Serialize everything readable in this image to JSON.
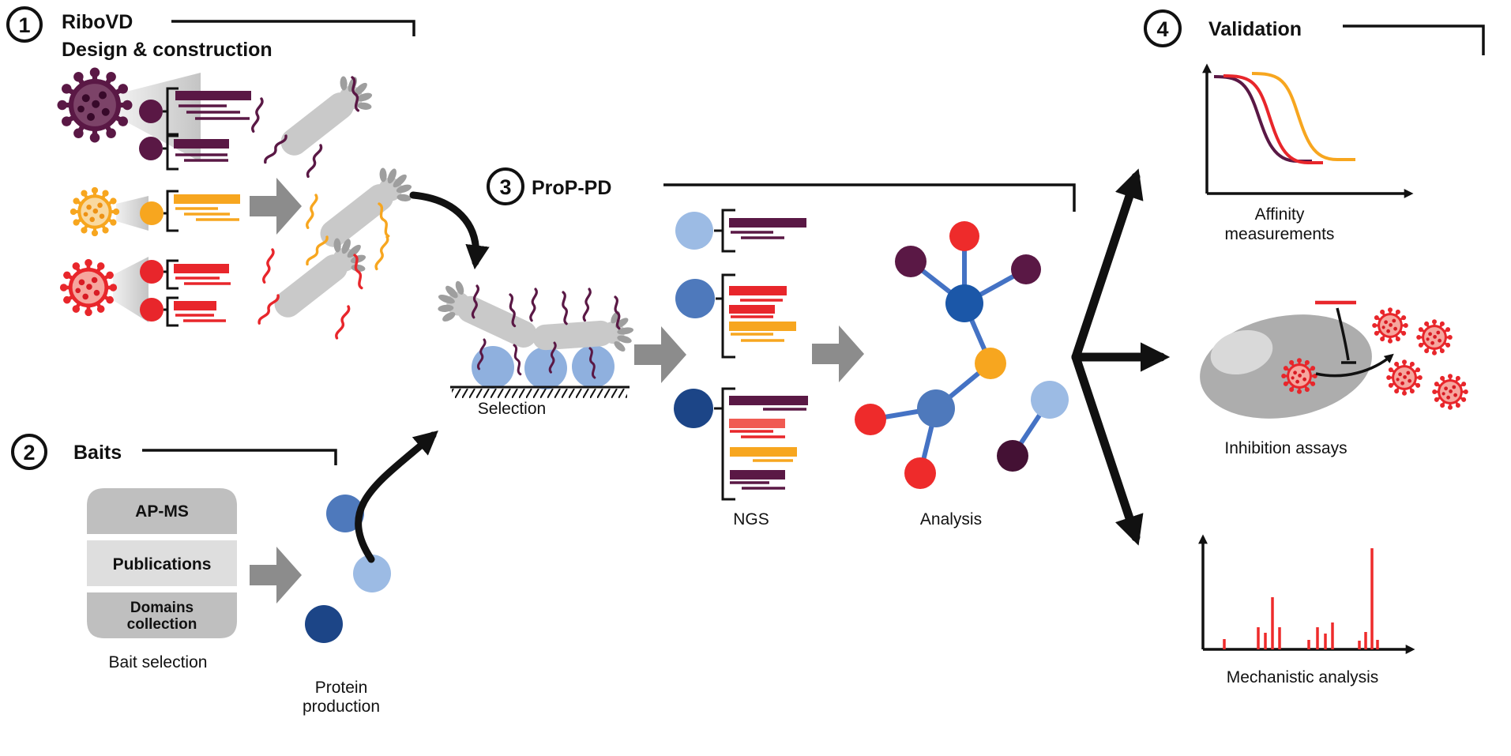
{
  "sections": {
    "design": {
      "step": "1",
      "title": "RiboVD",
      "subtitle": "Design & construction"
    },
    "baits": {
      "step": "2",
      "title": "Baits",
      "box_apms": "AP-MS",
      "box_publications": "Publications",
      "box_domains_line1": "Domains",
      "box_domains_line2": "collection",
      "caption": "Bait selection",
      "protein_line1": "Protein",
      "protein_line2": "production"
    },
    "propd": {
      "step": "3",
      "title": "ProP-PD",
      "selection_label": "Selection",
      "ngs_label": "NGS",
      "analysis_label": "Analysis"
    },
    "validation": {
      "step": "4",
      "title": "Validation",
      "affinity_line1": "Affinity",
      "affinity_line2": "measurements",
      "inhibition_label": "Inhibition assays",
      "mechanistic_label": "Mechanistic analysis"
    }
  },
  "palette": {
    "dark_purple": "#5A1845",
    "orange": "#F7A61F",
    "red": "#E8262B",
    "salmon": "#F05A52",
    "light_blue": "#9CBBE4",
    "medium_blue": "#4E79BC",
    "dark_blue": "#1C4587",
    "hub_blue": "#1B57A8",
    "network_edge_blue": "#4472C4",
    "gray_arrow": "#8C8C8C",
    "phage_gray": "#C9C9C9",
    "finger_gray": "#9E9E9E",
    "cell_gray": "#ADADAD",
    "nucleus_gray": "#D9D9D9",
    "box_gray_dark": "#BFBFBF",
    "box_gray_light": "#DEDEDE"
  },
  "chart_data": [
    {
      "id": "affinity",
      "type": "line",
      "title": "Affinity measurements",
      "xlabel": "",
      "ylabel": "",
      "description": "Schematic competition binding curves: three decreasing sigmoids, unlabeled axes with arrowheads",
      "series": [
        {
          "name": "curve-dark-purple",
          "color": "#5A1845",
          "shape": "sigmoid-decreasing",
          "midpoint_rel": 0.3
        },
        {
          "name": "curve-red",
          "color": "#E8262B",
          "shape": "sigmoid-decreasing",
          "midpoint_rel": 0.37
        },
        {
          "name": "curve-orange",
          "color": "#F7A61F",
          "shape": "sigmoid-decreasing",
          "midpoint_rel": 0.55
        }
      ]
    },
    {
      "id": "mechanistic",
      "type": "stem",
      "title": "Mechanistic analysis",
      "xlabel": "",
      "ylabel": "",
      "color": "#EE2B2B",
      "baseline_y": 822,
      "spikes": [
        {
          "x": 1550,
          "h": 13
        },
        {
          "x": 1593,
          "h": 28
        },
        {
          "x": 1602,
          "h": 21
        },
        {
          "x": 1611,
          "h": 66
        },
        {
          "x": 1620,
          "h": 28
        },
        {
          "x": 1657,
          "h": 12
        },
        {
          "x": 1668,
          "h": 28
        },
        {
          "x": 1678,
          "h": 20
        },
        {
          "x": 1687,
          "h": 34
        },
        {
          "x": 1721,
          "h": 11
        },
        {
          "x": 1729,
          "h": 22
        },
        {
          "x": 1737,
          "h": 128
        },
        {
          "x": 1744,
          "h": 12
        }
      ]
    }
  ]
}
